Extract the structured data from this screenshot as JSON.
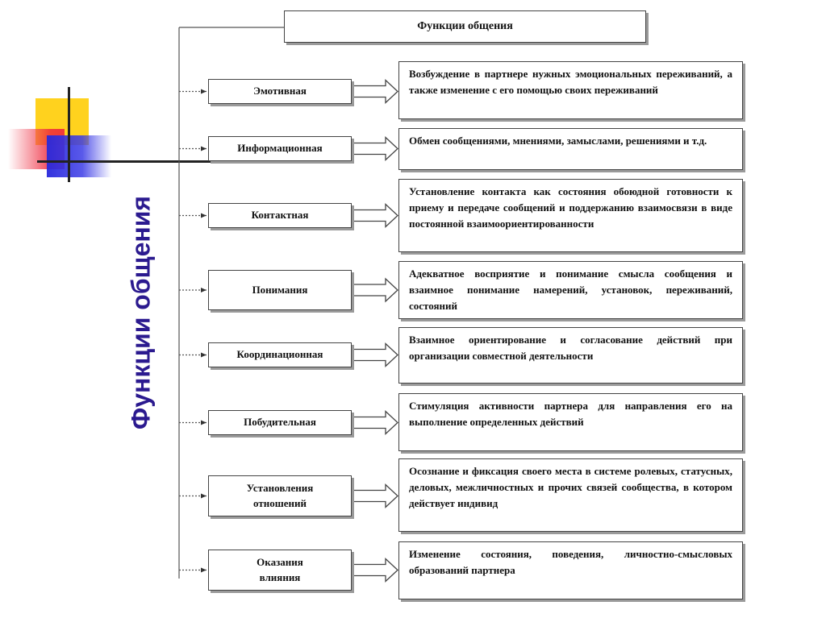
{
  "title": "Функции общения",
  "side_title": "Функции общения",
  "functions": [
    {
      "name": "Эмотивная",
      "description": "Возбуждение в партнере нужных эмоциональных переживаний, а также изменение с его помощью своих переживаний"
    },
    {
      "name": "Информационная",
      "description": "Обмен сообщениями, мнениями, замыслами, решениями и т.д."
    },
    {
      "name": "Контактная",
      "description": "Установление контакта как состояния обоюдной готовности к приему и передаче сообщений и поддержанию взаимосвязи в виде постоянной взаимоориентированности"
    },
    {
      "name": "Понимания",
      "description": "Адекватное восприятие и понимание смысла сообщения и взаимное понимание намерений, установок, переживаний, состояний"
    },
    {
      "name": "Координационная",
      "description": "Взаимное ориентирование и согласование действий при организации совместной деятельности"
    },
    {
      "name": "Побудительная",
      "description": "Стимуляция активности партнера для направления его на выполнение определенных действий"
    },
    {
      "name": "Установления\nотношений",
      "description": "Осознание и фиксация своего места в системе ролевых, статусных, деловых, межличностных и прочих связей сообщества, в котором действует индивид"
    },
    {
      "name": "Оказания\nвлияния",
      "description": "Изменение состояния, поведения, личностно-смысловых образований партнера"
    }
  ]
}
